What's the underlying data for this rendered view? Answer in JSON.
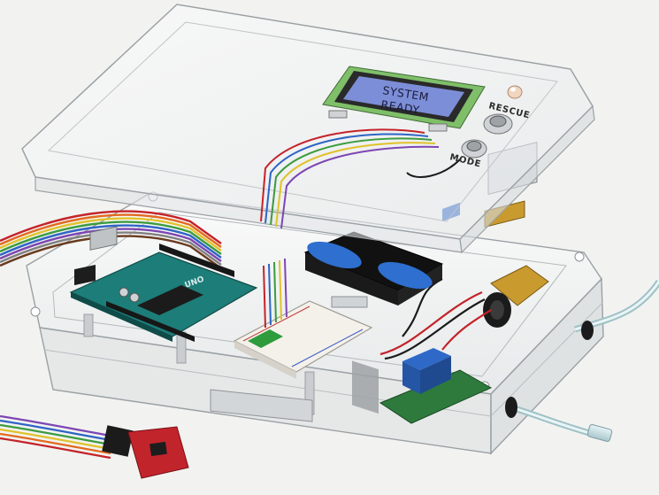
{
  "lcd": {
    "line1": "SYSTEM",
    "line2": "READY"
  },
  "buttons": {
    "rescue_label": "RESCUE",
    "mode_label": "MODE"
  },
  "board": {
    "logo": "UNO"
  },
  "colors": {
    "lcd_screen": "#7d8ed8",
    "board_teal": "#1d7d78",
    "relay_blue": "#2f69c8",
    "battery_blue": "#2e6fcf",
    "sensor_red": "#c2242c",
    "valve_brass": "#c99a2e",
    "led": "#f0d5c0"
  },
  "icons": [
    "lcd-display-icon",
    "rescue-button-icon",
    "mode-button-icon",
    "indicator-led-icon",
    "microcontroller-board-icon",
    "breadboard-icon",
    "battery-pack-icon",
    "relay-module-icon",
    "solenoid-valve-icon",
    "sensor-module-icon"
  ]
}
